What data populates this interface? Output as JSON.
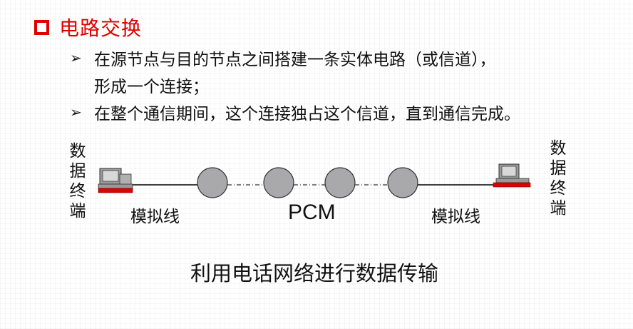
{
  "slide": {
    "title": "电路交换",
    "bullets": [
      {
        "text": "在源节点与目的节点之间搭建一条实体电路（或信道），"
      },
      {
        "text": "形成一个连接；"
      },
      {
        "text": "在整个通信期间，这个连接独占这个信道，直到通信完成。"
      }
    ],
    "bullet_glyph": "➢"
  },
  "diagram": {
    "left_terminal_label": "数据终端",
    "right_terminal_label": "数据终端",
    "left_link_label": "模拟线",
    "middle_link_label": "PCM",
    "right_link_label": "模拟线",
    "node_count": 4,
    "colors": {
      "node_fill": "#a9a9ab",
      "accent": "#e00000",
      "computer_body": "#9a9a9a"
    }
  },
  "caption": "利用电话网络进行数据传输"
}
